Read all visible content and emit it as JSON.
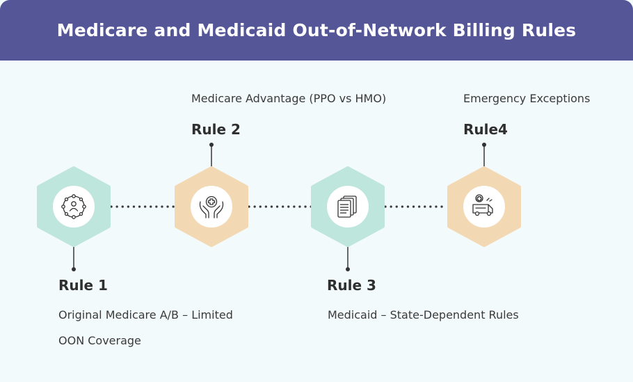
{
  "title": "Medicare and Medicaid Out-of-Network Billing Rules",
  "rules": [
    {
      "title": "Rule 1",
      "desc_lines": [
        "Original Medicare A/B – Limited",
        "OON Coverage"
      ],
      "color": "#bfe6dd",
      "icon": "people-network-icon"
    },
    {
      "title": "Rule 2",
      "desc_lines": [
        "Medicare Advantage (PPO vs HMO)"
      ],
      "color": "#f3d9b3",
      "icon": "hands-medical-cross-icon"
    },
    {
      "title": "Rule 3",
      "desc_lines": [
        "Medicaid – State-Dependent Rules"
      ],
      "color": "#bfe6dd",
      "icon": "documents-icon"
    },
    {
      "title": "Rule4",
      "desc_lines": [
        "Emergency Exceptions"
      ],
      "color": "#f3d9b3",
      "icon": "ambulance-icon"
    }
  ]
}
